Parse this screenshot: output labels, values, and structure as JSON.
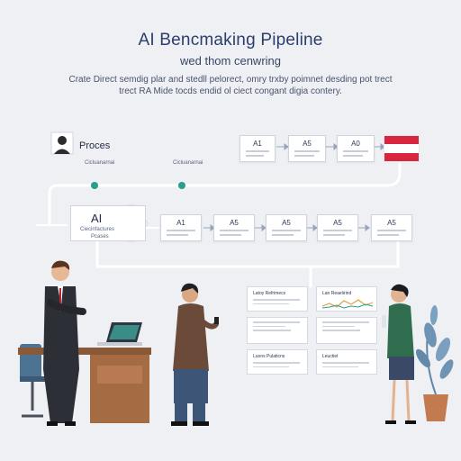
{
  "header": {
    "title": "AI Bencmaking Pipeline",
    "subtitle": "wed thom cenwring",
    "desc_line1": "Crate Direct semdig plar and stedll pelorect, omry trxby poimnet desding pot trect",
    "desc_line2": "trect RA Mide tocds endid ol ciect congant digia contery."
  },
  "top_row": {
    "proces_label": "Proces",
    "sub_a": "Cicluanarnai",
    "sub_b": "Cicluanarnai",
    "cards": [
      {
        "label": "A1"
      },
      {
        "label": "A5"
      },
      {
        "label": "A0"
      }
    ]
  },
  "middle_row": {
    "ai_card": {
      "label": "AI",
      "sub1": "Ciecinfactures",
      "sub2": "Pcases"
    },
    "cards": [
      {
        "label": "A1"
      },
      {
        "label": "A5"
      },
      {
        "label": "A5"
      },
      {
        "label": "A5"
      },
      {
        "label": "A5"
      }
    ]
  },
  "panels": [
    {
      "title": "Latoy Refrimecs"
    },
    {
      "title": "Lan Reaelirind"
    },
    {
      "title": ""
    },
    {
      "title": ""
    },
    {
      "title": "Luons Pulaticns"
    },
    {
      "title": "Leuctiel"
    }
  ],
  "icons": {
    "person_avatar": "avatar-icon",
    "flag": "flag-icon",
    "laptop": "laptop-icon",
    "plant": "plant-icon"
  },
  "colors": {
    "accent_teal": "#2a9d8f",
    "flag_red": "#d7263d",
    "title_navy": "#2c3e6b"
  }
}
